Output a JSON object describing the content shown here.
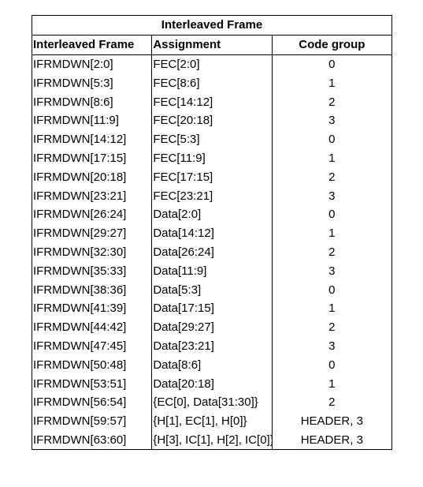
{
  "title": "Interleaved Frame",
  "headers": [
    "Interleaved Frame",
    "Assignment",
    "Code group"
  ],
  "rows": [
    [
      "IFRMDWN[2:0]",
      "FEC[2:0]",
      "0"
    ],
    [
      "IFRMDWN[5:3]",
      "FEC[8:6]",
      "1"
    ],
    [
      "IFRMDWN[8:6]",
      "FEC[14:12]",
      "2"
    ],
    [
      "IFRMDWN[11:9]",
      "FEC[20:18]",
      "3"
    ],
    [
      "IFRMDWN[14:12]",
      "FEC[5:3]",
      "0"
    ],
    [
      "IFRMDWN[17:15]",
      "FEC[11:9]",
      "1"
    ],
    [
      "IFRMDWN[20:18]",
      "FEC[17:15]",
      "2"
    ],
    [
      "IFRMDWN[23:21]",
      "FEC[23:21]",
      "3"
    ],
    [
      "IFRMDWN[26:24]",
      "Data[2:0]",
      "0"
    ],
    [
      "IFRMDWN[29:27]",
      "Data[14:12]",
      "1"
    ],
    [
      "IFRMDWN[32:30]",
      "Data[26:24]",
      "2"
    ],
    [
      "IFRMDWN[35:33]",
      "Data[11:9]",
      "3"
    ],
    [
      "IFRMDWN[38:36]",
      "Data[5:3]",
      "0"
    ],
    [
      "IFRMDWN[41:39]",
      "Data[17:15]",
      "1"
    ],
    [
      "IFRMDWN[44:42]",
      "Data[29:27]",
      "2"
    ],
    [
      "IFRMDWN[47:45]",
      "Data[23:21]",
      "3"
    ],
    [
      "IFRMDWN[50:48]",
      "Data[8:6]",
      "0"
    ],
    [
      "IFRMDWN[53:51]",
      "Data[20:18]",
      "1"
    ],
    [
      "IFRMDWN[56:54]",
      "{EC[0], Data[31:30]}",
      "2"
    ],
    [
      "IFRMDWN[59:57]",
      "{H[1], EC[1], H[0]}",
      "HEADER, 3"
    ],
    [
      "IFRMDWN[63:60]",
      "{H[3], IC[1], H[2], IC[0]}",
      "HEADER, 3"
    ]
  ]
}
